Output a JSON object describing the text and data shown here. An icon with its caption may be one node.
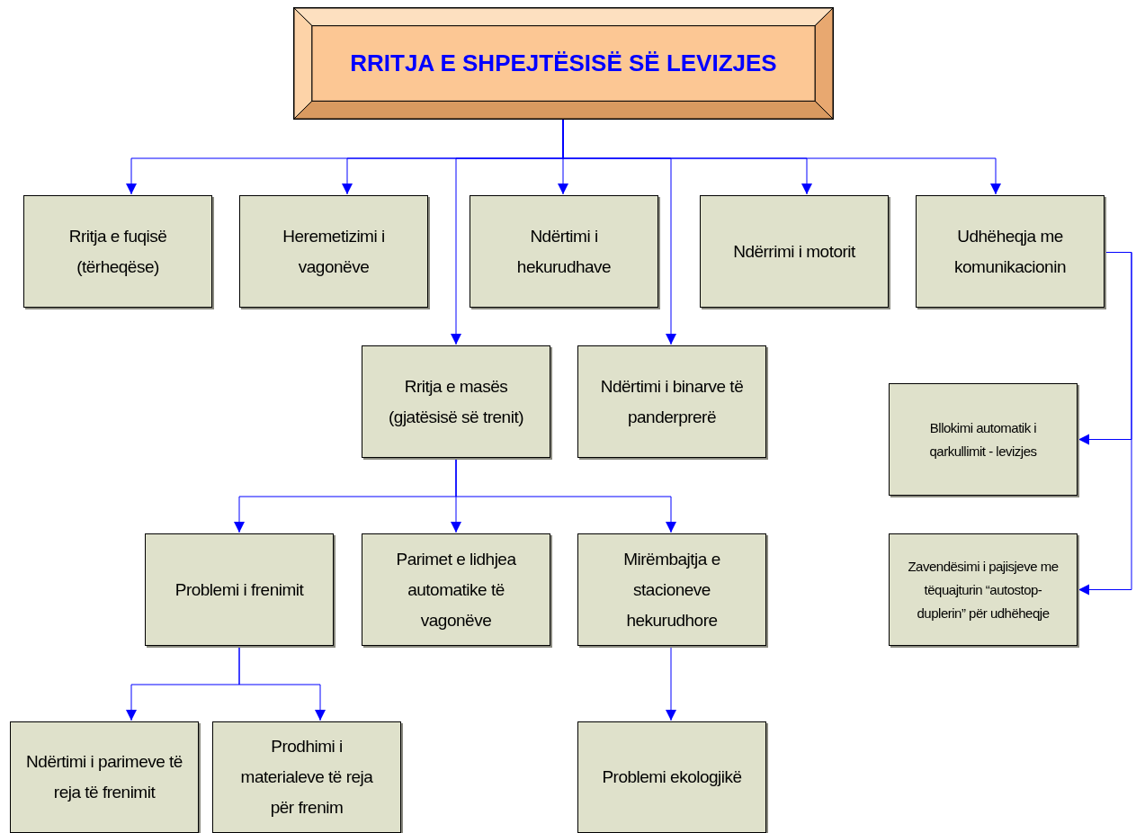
{
  "diagram": {
    "nodes": [
      {
        "text": [
          "RRITJA E SHPEJTËSISË SË LEVIZJES"
        ]
      },
      {
        "text": [
          "Rritja e fuqisë (tërheqëse)"
        ]
      },
      {
        "text": [
          "Heremetizimi i vagonëve"
        ]
      },
      {
        "text": [
          "Ndërtimi i hekurudhave"
        ]
      },
      {
        "text": [
          "Ndërrimi i motorit"
        ]
      },
      {
        "text": [
          "Udhëheqja me komunikacionin"
        ]
      },
      {
        "text": [
          "Rritja e masës (gjatësisë së trenit)"
        ]
      },
      {
        "text": [
          "Ndërtimi i binarve të panderprerë"
        ]
      },
      {
        "text": [
          "Bllokimi automatik i qarkullimit - levizjes"
        ]
      },
      {
        "text": [
          "Zavendësimi i pajisjeve me tëquajturin “autostop-duplerin” për udhëheqje"
        ]
      },
      {
        "text": [
          "Problemi i frenimit"
        ]
      },
      {
        "text": [
          "Parimet e lidhjea automatike të vagonëve"
        ]
      },
      {
        "text": [
          "Mirëmbajtja e stacioneve hekurudhore"
        ]
      },
      {
        "text": [
          "Ndërtimi i parimeve të reja të frenimit"
        ]
      },
      {
        "text": [
          "Prodhimi i materialeve të reja për frenim"
        ]
      },
      {
        "text": [
          "Problemi ekologjikë"
        ]
      }
    ],
    "edges": [
      {
        "from": 0,
        "to": 1,
        "arrow": "to"
      },
      {
        "from": 0,
        "to": 2,
        "arrow": "to"
      },
      {
        "from": 0,
        "to": 6,
        "arrow": "to"
      },
      {
        "from": 0,
        "to": 3,
        "arrow": "to"
      },
      {
        "from": 0,
        "to": 7,
        "arrow": "to"
      },
      {
        "from": 0,
        "to": 4,
        "arrow": "to"
      },
      {
        "from": 0,
        "to": 5,
        "arrow": "to"
      },
      {
        "from": 5,
        "to": 8,
        "arrow": "to"
      },
      {
        "from": 5,
        "to": 9,
        "arrow": "to"
      },
      {
        "from": 6,
        "to": 10,
        "arrow": "to"
      },
      {
        "from": 6,
        "to": 11,
        "arrow": "to"
      },
      {
        "from": 6,
        "to": 12,
        "arrow": "to"
      },
      {
        "from": 10,
        "to": 13,
        "arrow": "to"
      },
      {
        "from": 10,
        "to": 14,
        "arrow": "to"
      },
      {
        "from": 12,
        "to": 15,
        "arrow": "to"
      }
    ]
  }
}
